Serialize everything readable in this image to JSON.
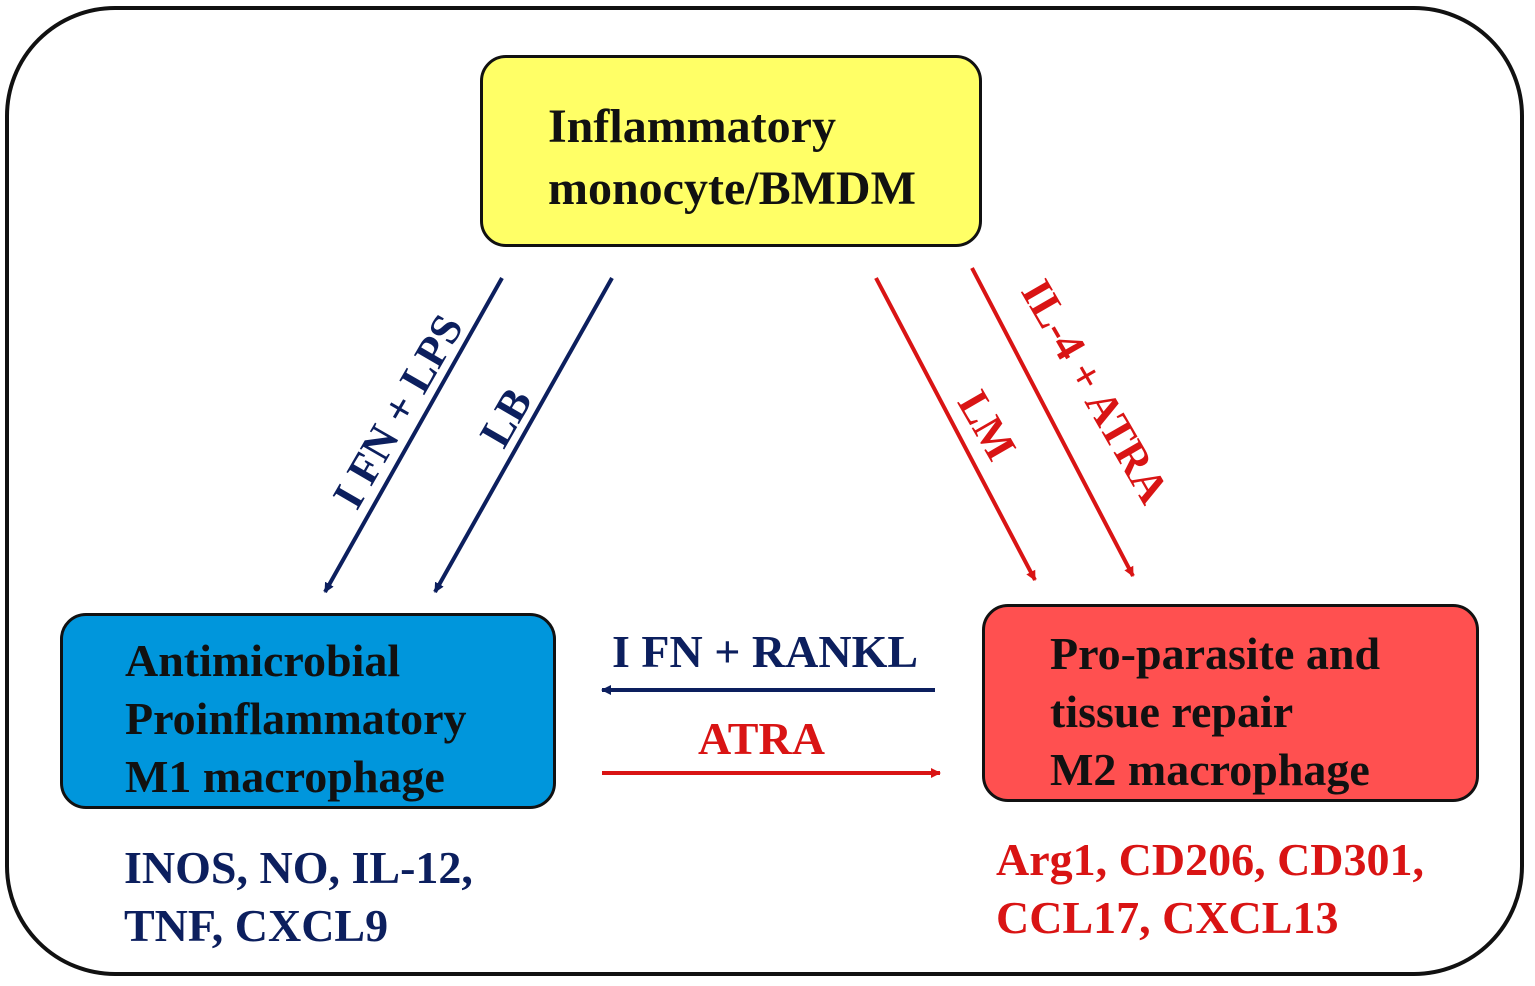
{
  "colors": {
    "m1_blue": "#0c1f5e",
    "m2_red": "#d91414",
    "monocyte_fill": "#ffff66",
    "m1_fill": "#0096dc",
    "m2_fill": "#ff5050"
  },
  "nodes": {
    "monocyte": [
      "Inflammatory",
      "monocyte/BMDM"
    ],
    "m1": [
      "Antimicrobial",
      "Proinflammatory",
      "M1 macrophage"
    ],
    "m2": [
      "Pro-parasite and",
      "tissue repair",
      "M2 macrophage"
    ]
  },
  "edges": {
    "ifn_lps": "I FN + LPS",
    "lb": "LB",
    "lm": "LM",
    "il4_atra": "IL-4 + ATRA",
    "ifn_rankl": "I FN + RANKL",
    "atra": "ATRA"
  },
  "markers": {
    "m1": [
      "INOS, NO, IL-12,",
      "TNF, CXCL9"
    ],
    "m2": [
      "Arg1, CD206, CD301,",
      "CCL17, CXCL13"
    ]
  }
}
